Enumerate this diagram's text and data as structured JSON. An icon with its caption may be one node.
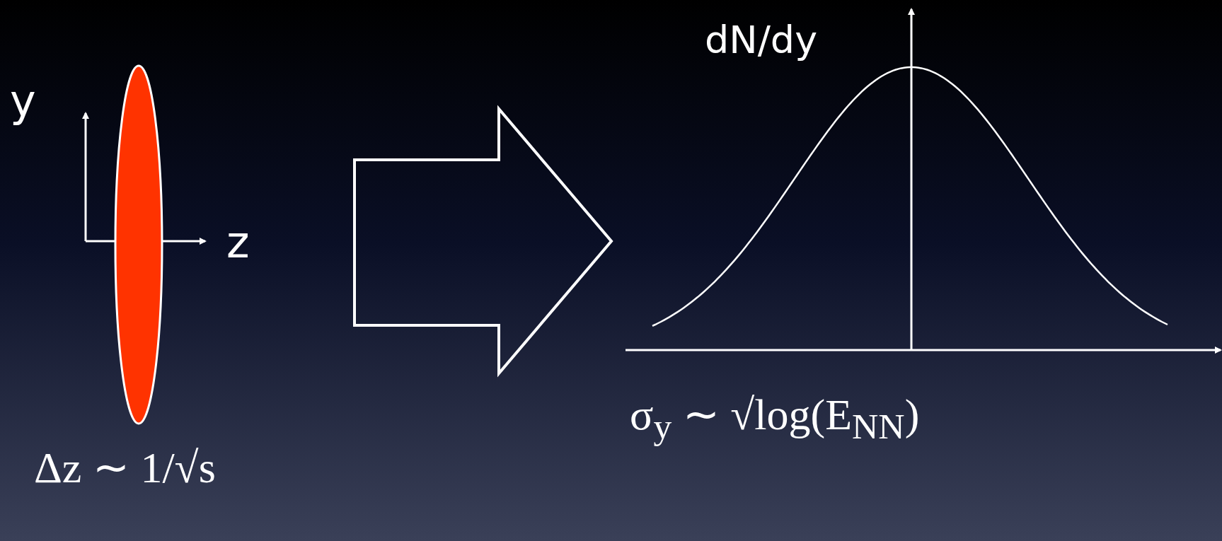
{
  "diagram": {
    "nodes": [
      {
        "text": [],
        "shape": "ellipse",
        "beside": [
          "Δz ∼ 1/√s"
        ]
      },
      {
        "text": [],
        "shape": "picture",
        "beside": [
          "σ$_{y}$ ∼ √log(E$_{NN}$)"
        ]
      }
    ],
    "edges": [
      {
        "from": 0,
        "to": 1,
        "arrow": "to",
        "style": "thick"
      }
    ],
    "labels": [
      "y",
      "z",
      "dN/dy"
    ]
  }
}
